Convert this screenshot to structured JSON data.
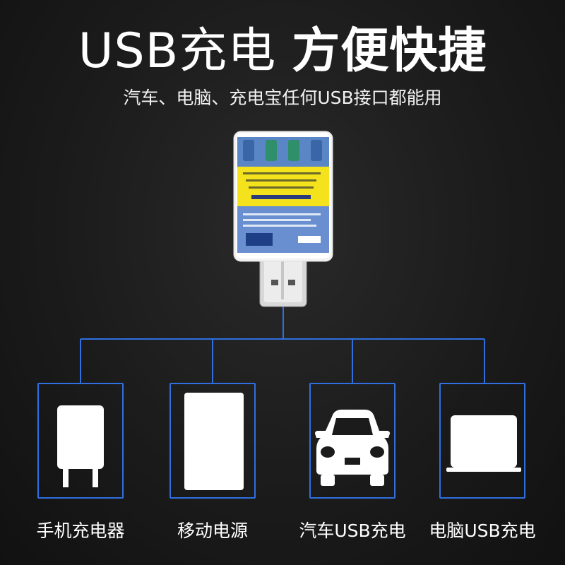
{
  "header": {
    "title_light": "USB充电",
    "title_bold": "方便快捷",
    "subtitle": "汽车、电脑、充电宝任何USB接口都能用"
  },
  "product": {
    "accent_color": "#2f6fe0",
    "label_color_top": "#5a86c6",
    "label_color_band": "#f3e21c"
  },
  "devices": [
    {
      "label": "手机充电器",
      "icon": "phone-charger-icon"
    },
    {
      "label": "移动电源",
      "icon": "power-bank-icon"
    },
    {
      "label": "汽车USB充电",
      "icon": "car-icon"
    },
    {
      "label": "电脑USB充电",
      "icon": "laptop-icon"
    }
  ]
}
